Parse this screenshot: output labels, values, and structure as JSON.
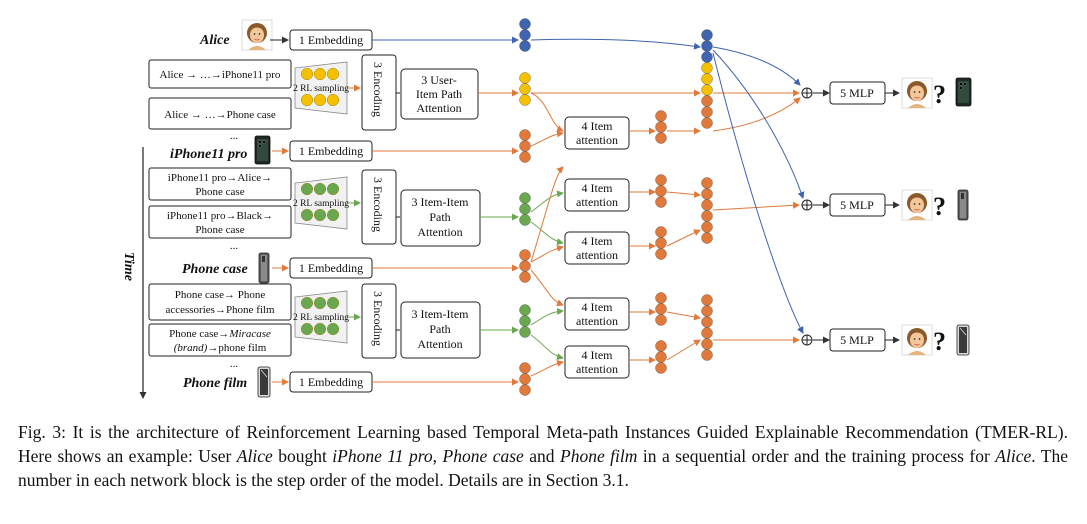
{
  "diagram": {
    "entities": {
      "alice": "Alice",
      "iphone": "iPhone11 pro",
      "phone_case": "Phone case",
      "phone_film": "Phone film"
    },
    "time_label": "Time",
    "embedding_label": "1 Embedding",
    "rl_sampling_label": "2 RL sampling",
    "encoding_label": "3 Encoding",
    "path_attention": {
      "user_item": [
        "3 User-",
        "Item Path",
        "Attention"
      ],
      "item_item": [
        "3 Item-Item",
        "Path",
        "Attention"
      ]
    },
    "item_attention": [
      "4 Item",
      "attention"
    ],
    "mlp_label": "5 MLP",
    "ellipsis": "...",
    "question": "?",
    "paths": {
      "alice_1": "Alice → …→iPhone11 pro",
      "alice_2": "Alice → …→Phone case",
      "iphone_1": [
        "iPhone11 pro→Alice→",
        "Phone case"
      ],
      "iphone_2": [
        "iPhone11 pro→Black→",
        "Phone case"
      ],
      "case_1": [
        "Phone case→ Phone",
        "accessories→Phone film"
      ],
      "case_2_a": "Phone case→",
      "case_2_b": "Miracase",
      "case_2_c": "(brand)",
      "case_2_d": "→phone film"
    },
    "icons": [
      "user-face-icon",
      "phone-icon",
      "phone-case-icon",
      "phone-film-icon",
      "plus-circle-icon"
    ],
    "colors": {
      "blue": "#3f64b0",
      "yellow": "#f5c000",
      "green": "#6aa84f",
      "orange": "#e0793a"
    }
  },
  "caption": {
    "p1": "Fig. 3: It is the architecture of Reinforcement Learning based Temporal Meta-path Instances Guided Explainable Recommendation (TMER-RL). Here shows an example: User ",
    "alice": "Alice",
    "p2": " bought ",
    "iphone": "iPhone 11 pro",
    "p3": ", ",
    "case": "Phone case",
    "p4": " and ",
    "film": "Phone film",
    "p5": " in a sequential order and the training process for ",
    "alice2": "Alice",
    "p6": ". The number in each network block is the step order of the model. Details are in Section 3.1."
  }
}
